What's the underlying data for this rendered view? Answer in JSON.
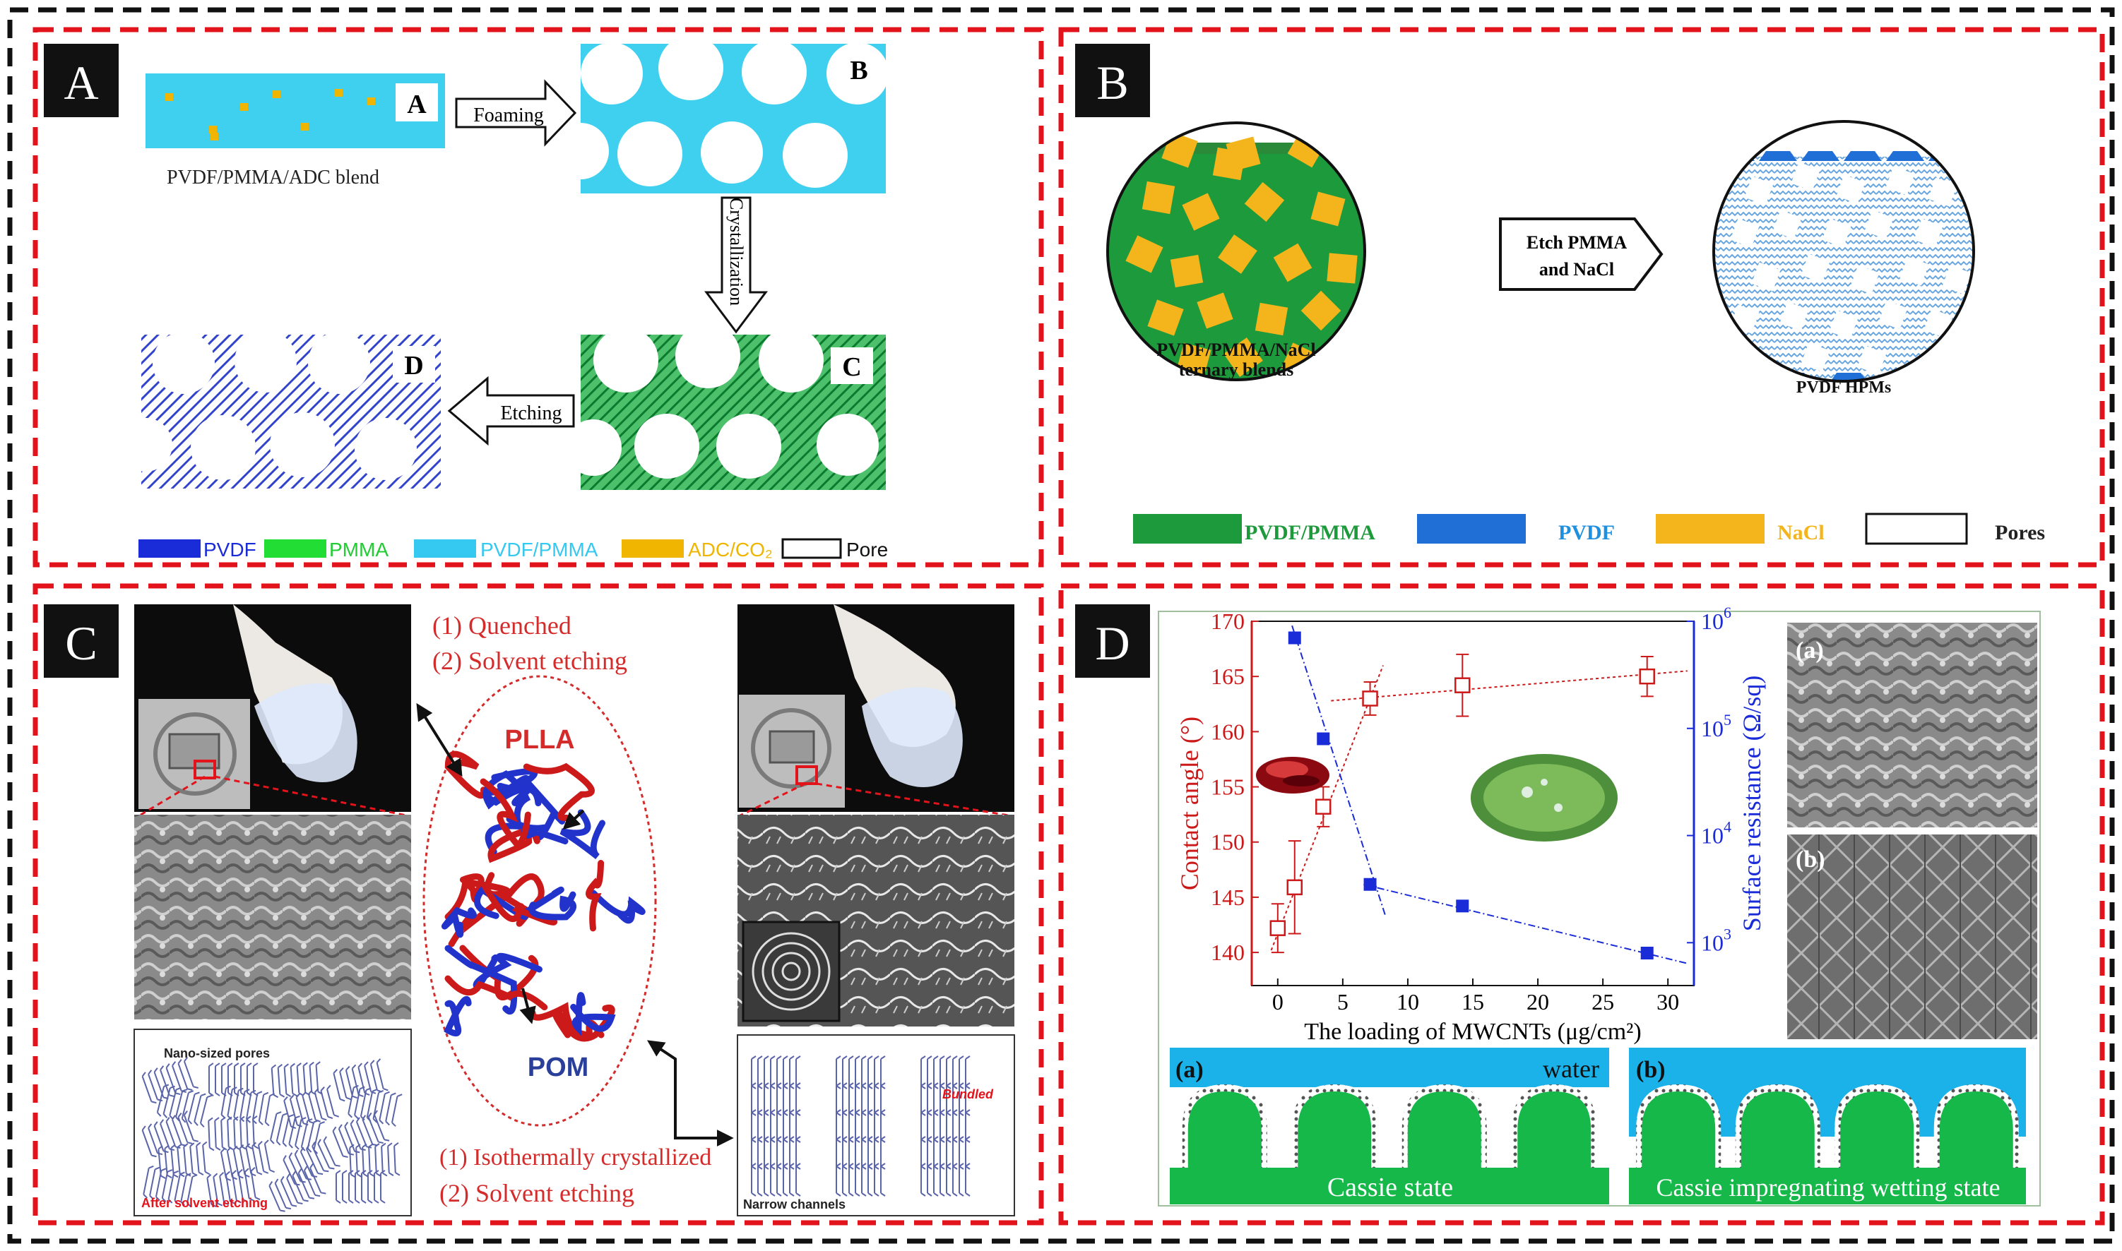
{
  "colors": {
    "outer_border": "#111111",
    "panel_border": "#e3131b",
    "pvdf_pmma_light": "#3fd0f0",
    "pvdf_pmma_green": "#1d9a3c",
    "pvdf_blue": "#1f5cd6",
    "pvdf_hatch": "#3344cc",
    "adc_co2": "#f0b500",
    "nacl": "#f4b41b",
    "curve_red": "#cc1a1a",
    "curve_blue": "#1a2bd8",
    "water": "#1ab2e8",
    "green_fill": "#16b84a"
  },
  "panel_a": {
    "badge": "A",
    "box_labels": [
      "A",
      "B",
      "C",
      "D"
    ],
    "blend_caption": "PVDF/PMMA/ADC blend",
    "arrow_foaming": "Foaming",
    "arrow_crystallization": "Crystallization",
    "arrow_etching": "Etching",
    "legend": [
      {
        "label": "PVDF",
        "color": "#1a2bd8"
      },
      {
        "label": "PMMA",
        "color": "#22dd33"
      },
      {
        "label": "PVDF/PMMA",
        "color": "#35c8f0"
      },
      {
        "label": "ADC/CO₂",
        "color": "#f0b500"
      },
      {
        "label": "Pore",
        "color": "#ffffff"
      }
    ]
  },
  "panel_b": {
    "badge": "B",
    "left_caption_1": "PVDF/PMMA/NaCl",
    "left_caption_2": "ternary blends",
    "arrow_text_1": "Etch PMMA",
    "arrow_text_2": "and NaCl",
    "right_caption": "PVDF HPMs",
    "legend": [
      {
        "label": "PVDF/PMMA",
        "color": "#1d9a3c",
        "text_color": "#1d9a3c"
      },
      {
        "label": "PVDF",
        "color": "#1f6fd6",
        "text_color": "#1f8fe0"
      },
      {
        "label": "NaCl",
        "color": "#f4b41b",
        "text_color": "#f4b41b"
      },
      {
        "label": "Pores",
        "color": "#ffffff",
        "text_color": "#222222"
      }
    ]
  },
  "panel_c": {
    "badge": "C",
    "top_text_1": "(1) Quenched",
    "top_text_2": "(2) Solvent etching",
    "label_plla": "PLLA",
    "label_pom": "POM",
    "bottom_text_1": "(1) Isothermally crystallized",
    "bottom_text_2": "(2) Solvent etching",
    "schematic_left_top": "Nano-sized pores",
    "schematic_left_bottom": "After solvent etching",
    "schematic_right_tag": "Bundled",
    "schematic_right_bottom": "Narrow channels"
  },
  "panel_d": {
    "badge": "D",
    "sem_a_label": "(a)",
    "sem_b_label": "(b)",
    "state_a_label": "(a)",
    "state_a_water": "water",
    "state_a_caption": "Cassie state",
    "state_b_label": "(b)",
    "state_b_caption": "Cassie impregnating wetting state"
  },
  "chart_data": {
    "type": "scatter",
    "title": "",
    "xlabel": "The loading of MWCNTs (μg/cm²)",
    "ylabel_left": "Contact angle (°)",
    "ylabel_right": "Surface resistance (Ω/sq)",
    "xlim": [
      -2,
      32
    ],
    "xticks": [
      0,
      5,
      10,
      15,
      20,
      25,
      30
    ],
    "ylim_left": [
      137,
      170
    ],
    "yticks_left": [
      140,
      145,
      150,
      155,
      160,
      165,
      170
    ],
    "ylim_right_log10": [
      2.6,
      6
    ],
    "yticks_right": [
      {
        "base": "10",
        "exp": "3",
        "value": 1000
      },
      {
        "base": "10",
        "exp": "4",
        "value": 10000
      },
      {
        "base": "10",
        "exp": "5",
        "value": 100000
      },
      {
        "base": "10",
        "exp": "6",
        "value": 1000000
      }
    ],
    "grid": false,
    "series": [
      {
        "name": "",
        "axis": "left",
        "marker": "open-square",
        "color": "#cc1a1a",
        "x": [
          0,
          1.3,
          3.5,
          7.1,
          14.2,
          28.4
        ],
        "y": [
          142.2,
          145.9,
          153.2,
          163.0,
          164.2,
          165.0
        ],
        "yerr": [
          2.2,
          4.2,
          1.8,
          1.5,
          2.8,
          1.8
        ]
      },
      {
        "name": "",
        "axis": "right",
        "marker": "filled-square",
        "color": "#1a2bd8",
        "x": [
          1.3,
          3.5,
          7.1,
          14.2,
          28.4
        ],
        "y": [
          700000,
          80000,
          3500,
          2200,
          800
        ]
      }
    ]
  }
}
